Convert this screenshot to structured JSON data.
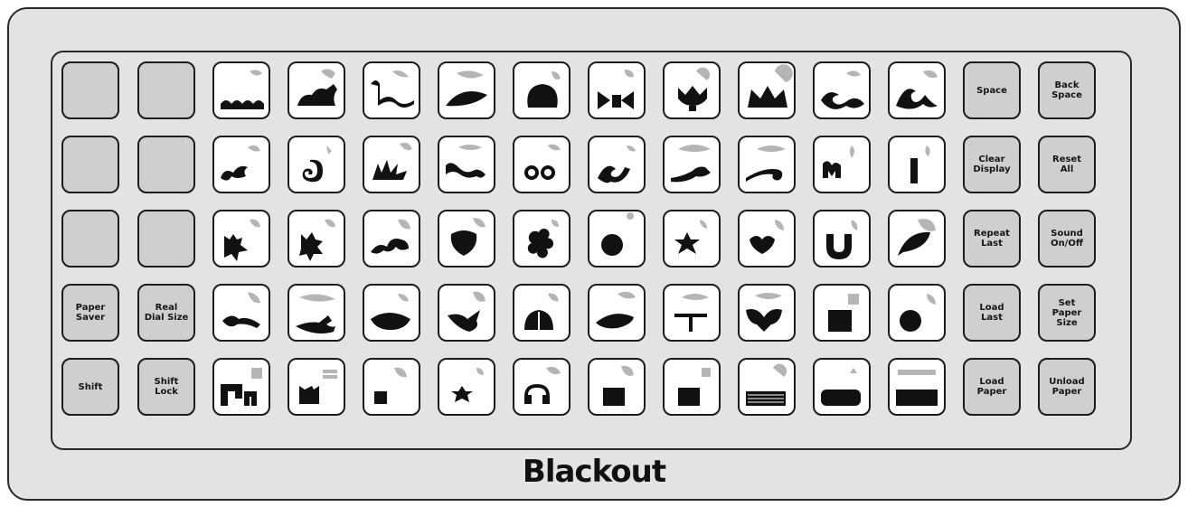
{
  "brand_label": "Blackout",
  "colors": {
    "key_blank": "#cfcfcf",
    "key_shape": "#ffffff",
    "overlay": "#e3e3e3",
    "ink": "#111111",
    "ghost": "#9c9c9c"
  },
  "rows": [
    {
      "keys": [
        {
          "kind": "blank",
          "icon": "blank-key"
        },
        {
          "kind": "blank",
          "icon": "blank-key"
        },
        {
          "kind": "shape",
          "icon": "branch-border-icon"
        },
        {
          "kind": "shape",
          "icon": "cat-creature-icon"
        },
        {
          "kind": "shape",
          "icon": "vine-swirl-icon"
        },
        {
          "kind": "shape",
          "icon": "leaf-arc-icon"
        },
        {
          "kind": "shape",
          "icon": "rounded-blob-icon"
        },
        {
          "kind": "shape",
          "icon": "bow-icon"
        },
        {
          "kind": "shape",
          "icon": "tulip-icon"
        },
        {
          "kind": "shape",
          "icon": "crown-icon"
        },
        {
          "kind": "shape",
          "icon": "swirl-dot-icon"
        },
        {
          "kind": "shape",
          "icon": "curl-icon"
        },
        {
          "kind": "func",
          "label": "Space",
          "icon": "space-key"
        },
        {
          "kind": "func",
          "label": "Back\nSpace",
          "icon": "backspace-key"
        }
      ]
    },
    {
      "keys": [
        {
          "kind": "blank",
          "icon": "blank-key"
        },
        {
          "kind": "blank",
          "icon": "blank-key"
        },
        {
          "kind": "shape",
          "icon": "scroll-hook-icon"
        },
        {
          "kind": "shape",
          "icon": "spiral-icon"
        },
        {
          "kind": "shape",
          "icon": "fern-cluster-icon"
        },
        {
          "kind": "shape",
          "icon": "wave-icon"
        },
        {
          "kind": "shape",
          "icon": "double-loop-icon"
        },
        {
          "kind": "shape",
          "icon": "swash-icon"
        },
        {
          "kind": "shape",
          "icon": "vine-leaf-icon"
        },
        {
          "kind": "shape",
          "icon": "tendril-icon"
        },
        {
          "kind": "shape",
          "icon": "sprig-icon"
        },
        {
          "kind": "shape",
          "icon": "bar-icon"
        },
        {
          "kind": "func",
          "label": "Clear\nDisplay",
          "icon": "clear-display-key"
        },
        {
          "kind": "func",
          "label": "Reset\nAll",
          "icon": "reset-all-key"
        }
      ]
    },
    {
      "keys": [
        {
          "kind": "blank",
          "icon": "blank-key"
        },
        {
          "kind": "blank",
          "icon": "blank-key"
        },
        {
          "kind": "shape",
          "icon": "sparkle-flower-icon"
        },
        {
          "kind": "shape",
          "icon": "bug-flower-icon"
        },
        {
          "kind": "shape",
          "icon": "curl-leaf-icon"
        },
        {
          "kind": "shape",
          "icon": "shield-flower-icon"
        },
        {
          "kind": "shape",
          "icon": "five-petal-icon"
        },
        {
          "kind": "shape",
          "icon": "round-flower-icon"
        },
        {
          "kind": "shape",
          "icon": "star-flower-icon"
        },
        {
          "kind": "shape",
          "icon": "leafy-flower-icon"
        },
        {
          "kind": "shape",
          "icon": "horseshoe-icon"
        },
        {
          "kind": "shape",
          "icon": "feather-icon"
        },
        {
          "kind": "func",
          "label": "Repeat\nLast",
          "icon": "repeat-last-key"
        },
        {
          "kind": "func",
          "label": "Sound\nOn/Off",
          "icon": "sound-key"
        }
      ]
    },
    {
      "keys": [
        {
          "kind": "func",
          "label": "Paper\nSaver",
          "icon": "paper-saver-key"
        },
        {
          "kind": "func",
          "label": "Real\nDial Size",
          "icon": "real-dial-size-key"
        },
        {
          "kind": "shape",
          "icon": "dragonfly-icon"
        },
        {
          "kind": "shape",
          "icon": "arrow-branch-icon"
        },
        {
          "kind": "shape",
          "icon": "lily-pad-icon"
        },
        {
          "kind": "shape",
          "icon": "bird-icon"
        },
        {
          "kind": "shape",
          "icon": "ladybug-icon"
        },
        {
          "kind": "shape",
          "icon": "fish-icon"
        },
        {
          "kind": "shape",
          "icon": "dragonfly-small-icon"
        },
        {
          "kind": "shape",
          "icon": "butterfly-icon"
        },
        {
          "kind": "shape",
          "icon": "square-icon"
        },
        {
          "kind": "shape",
          "icon": "circle-icon"
        },
        {
          "kind": "func",
          "label": "Load\nLast",
          "icon": "load-last-key"
        },
        {
          "kind": "func",
          "label": "Set\nPaper\nSize",
          "icon": "set-paper-size-key"
        }
      ]
    },
    {
      "keys": [
        {
          "kind": "func",
          "label": "Shift",
          "icon": "shift-key"
        },
        {
          "kind": "func",
          "label": "Shift\nLock",
          "icon": "shift-lock-key"
        },
        {
          "kind": "shape",
          "icon": "greek-key-icon"
        },
        {
          "kind": "shape",
          "icon": "bracket-frame-icon"
        },
        {
          "kind": "shape",
          "icon": "small-block-icon"
        },
        {
          "kind": "shape",
          "icon": "flower-dot-icon"
        },
        {
          "kind": "shape",
          "icon": "headphones-icon"
        },
        {
          "kind": "shape",
          "icon": "filled-square-icon"
        },
        {
          "kind": "shape",
          "icon": "small-square-icon"
        },
        {
          "kind": "shape",
          "icon": "lattice-icon"
        },
        {
          "kind": "shape",
          "icon": "rounded-rect-icon"
        },
        {
          "kind": "shape",
          "icon": "banner-bar-icon"
        },
        {
          "kind": "func",
          "label": "Load\nPaper",
          "icon": "load-paper-key"
        },
        {
          "kind": "func",
          "label": "Unload\nPaper",
          "icon": "unload-paper-key"
        }
      ]
    }
  ]
}
